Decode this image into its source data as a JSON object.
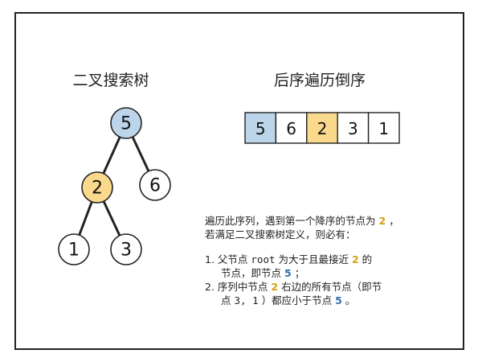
{
  "colors": {
    "blue_fill": "#bcd5ea",
    "yellow_fill": "#fbd98c",
    "white_fill": "#ffffff",
    "outline": "#222222",
    "highlight_gold": "#d4a016",
    "highlight_blue": "#2f6fb3"
  },
  "tree": {
    "title": "二叉搜索树",
    "nodes": [
      {
        "id": "root",
        "label": "5",
        "fill": "blue"
      },
      {
        "id": "left",
        "label": "2",
        "fill": "yellow"
      },
      {
        "id": "right",
        "label": "6",
        "fill": "white"
      },
      {
        "id": "left-left",
        "label": "1",
        "fill": "white"
      },
      {
        "id": "left-right",
        "label": "3",
        "fill": "white"
      }
    ],
    "edges": [
      [
        "root",
        "left"
      ],
      [
        "root",
        "right"
      ],
      [
        "left",
        "left-left"
      ],
      [
        "left",
        "left-right"
      ]
    ]
  },
  "array": {
    "title": "后序遍历倒序",
    "cells": [
      {
        "label": "5",
        "fill": "blue"
      },
      {
        "label": "6",
        "fill": "white"
      },
      {
        "label": "2",
        "fill": "yellow"
      },
      {
        "label": "3",
        "fill": "white"
      },
      {
        "label": "1",
        "fill": "white"
      }
    ]
  },
  "explanation": {
    "line1_a": "遍历此序列，遇到第一个降序的节点为",
    "line1_val": "2",
    "line1_b": "，",
    "line2": "若满足二叉搜索树定义，则必有：",
    "item1_prefix": "1. 父节点",
    "item1_code": "root",
    "item1_mid": "为大于且最接近",
    "item1_val": "2",
    "item1_end": "的",
    "item1_cont_a": "节点，即节点",
    "item1_cont_val": "5",
    "item1_cont_b": "；",
    "item2_prefix": "2. 序列中节点",
    "item2_val": "2",
    "item2_mid": "右边的所有节点（即节",
    "item2_cont_a": "点",
    "item2_cont_code": "3, 1",
    "item2_cont_b": "）都应小于节点",
    "item2_cont_val": "5",
    "item2_cont_end": "。"
  }
}
